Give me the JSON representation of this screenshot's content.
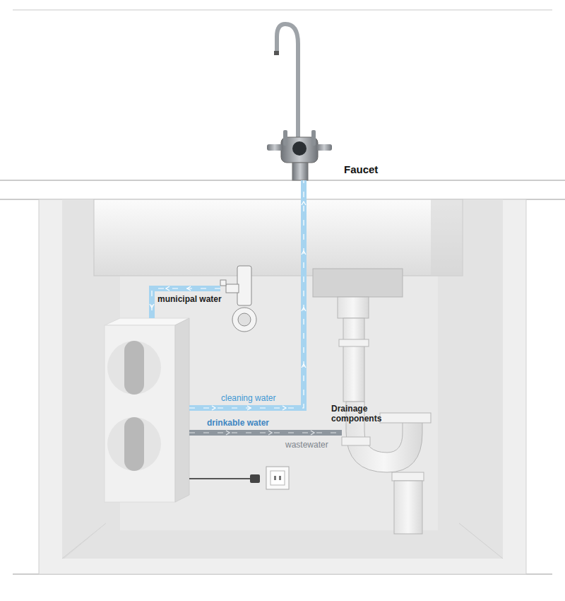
{
  "diagram": {
    "labels": [
      "Faucet",
      "municipal water",
      "cleaning water",
      "drinkable water",
      "Drainage components",
      "wastewater"
    ]
  }
}
